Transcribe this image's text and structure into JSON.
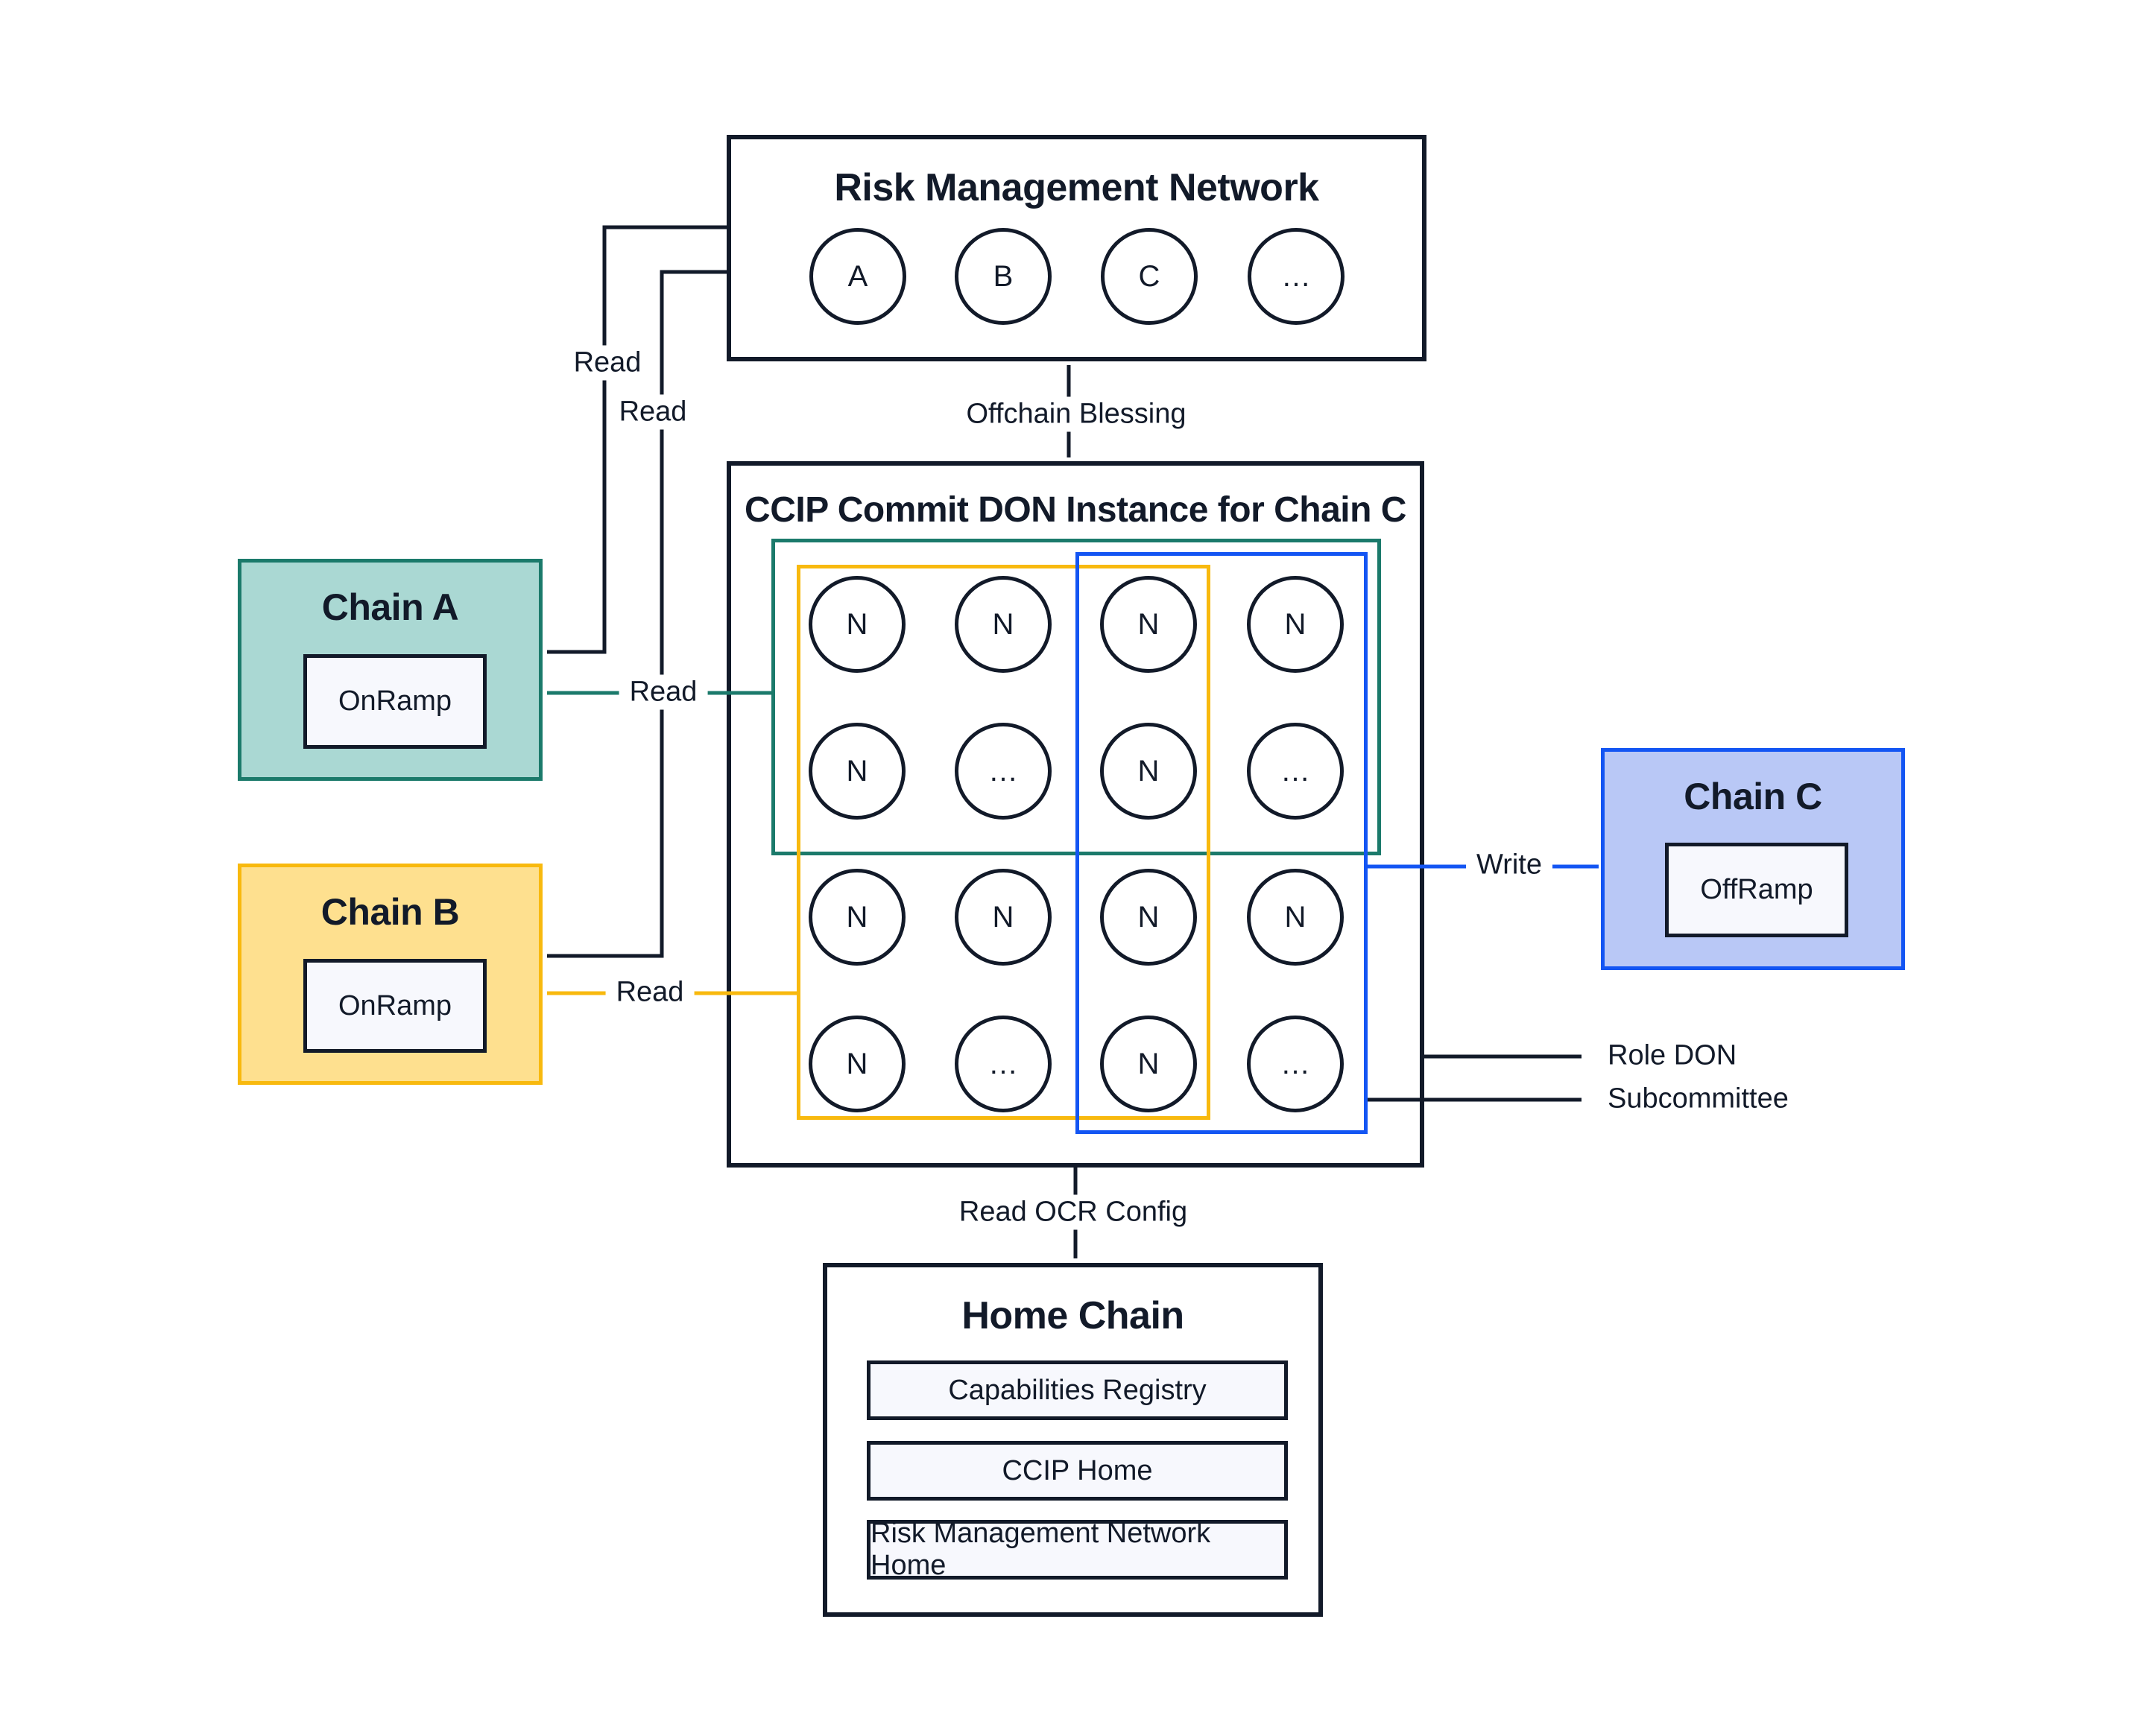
{
  "colors": {
    "ink": "#121a29",
    "teal": "#1b7a6b",
    "teal_fill": "#aad8d3",
    "amber": "#f8b90e",
    "amber_fill": "#fee08f",
    "blue": "#1355f3",
    "blue_fill": "#b9c8f6",
    "panel_fill": "#f7f8fd",
    "background": "#ffffff"
  },
  "rmn": {
    "title": "Risk Management Network",
    "nodes": [
      "A",
      "B",
      "C",
      "…"
    ]
  },
  "ccip": {
    "title": "CCIP Commit DON Instance for Chain C",
    "nodes": [
      "N",
      "N",
      "N",
      "N",
      "N",
      "…",
      "N",
      "…",
      "N",
      "N",
      "N",
      "N",
      "N",
      "…",
      "N",
      "…"
    ]
  },
  "chain_a": {
    "title": "Chain A",
    "contract": "OnRamp"
  },
  "chain_b": {
    "title": "Chain B",
    "contract": "OnRamp"
  },
  "chain_c": {
    "title": "Chain C",
    "contract": "OffRamp"
  },
  "home_chain": {
    "title": "Home Chain",
    "contracts": [
      "Capabilities Registry",
      "CCIP Home",
      "Risk Management Network Home"
    ]
  },
  "labels": {
    "offchain_blessing": "Offchain Blessing",
    "read_rmn_to_chain_a": "Read",
    "read_rmn_to_chain_b": "Read",
    "read_don_to_chain_a": "Read",
    "read_don_to_chain_b": "Read",
    "write": "Write",
    "role_don": "Role DON",
    "subcommittee": "Subcommittee",
    "read_ocr_config": "Read OCR Config"
  }
}
